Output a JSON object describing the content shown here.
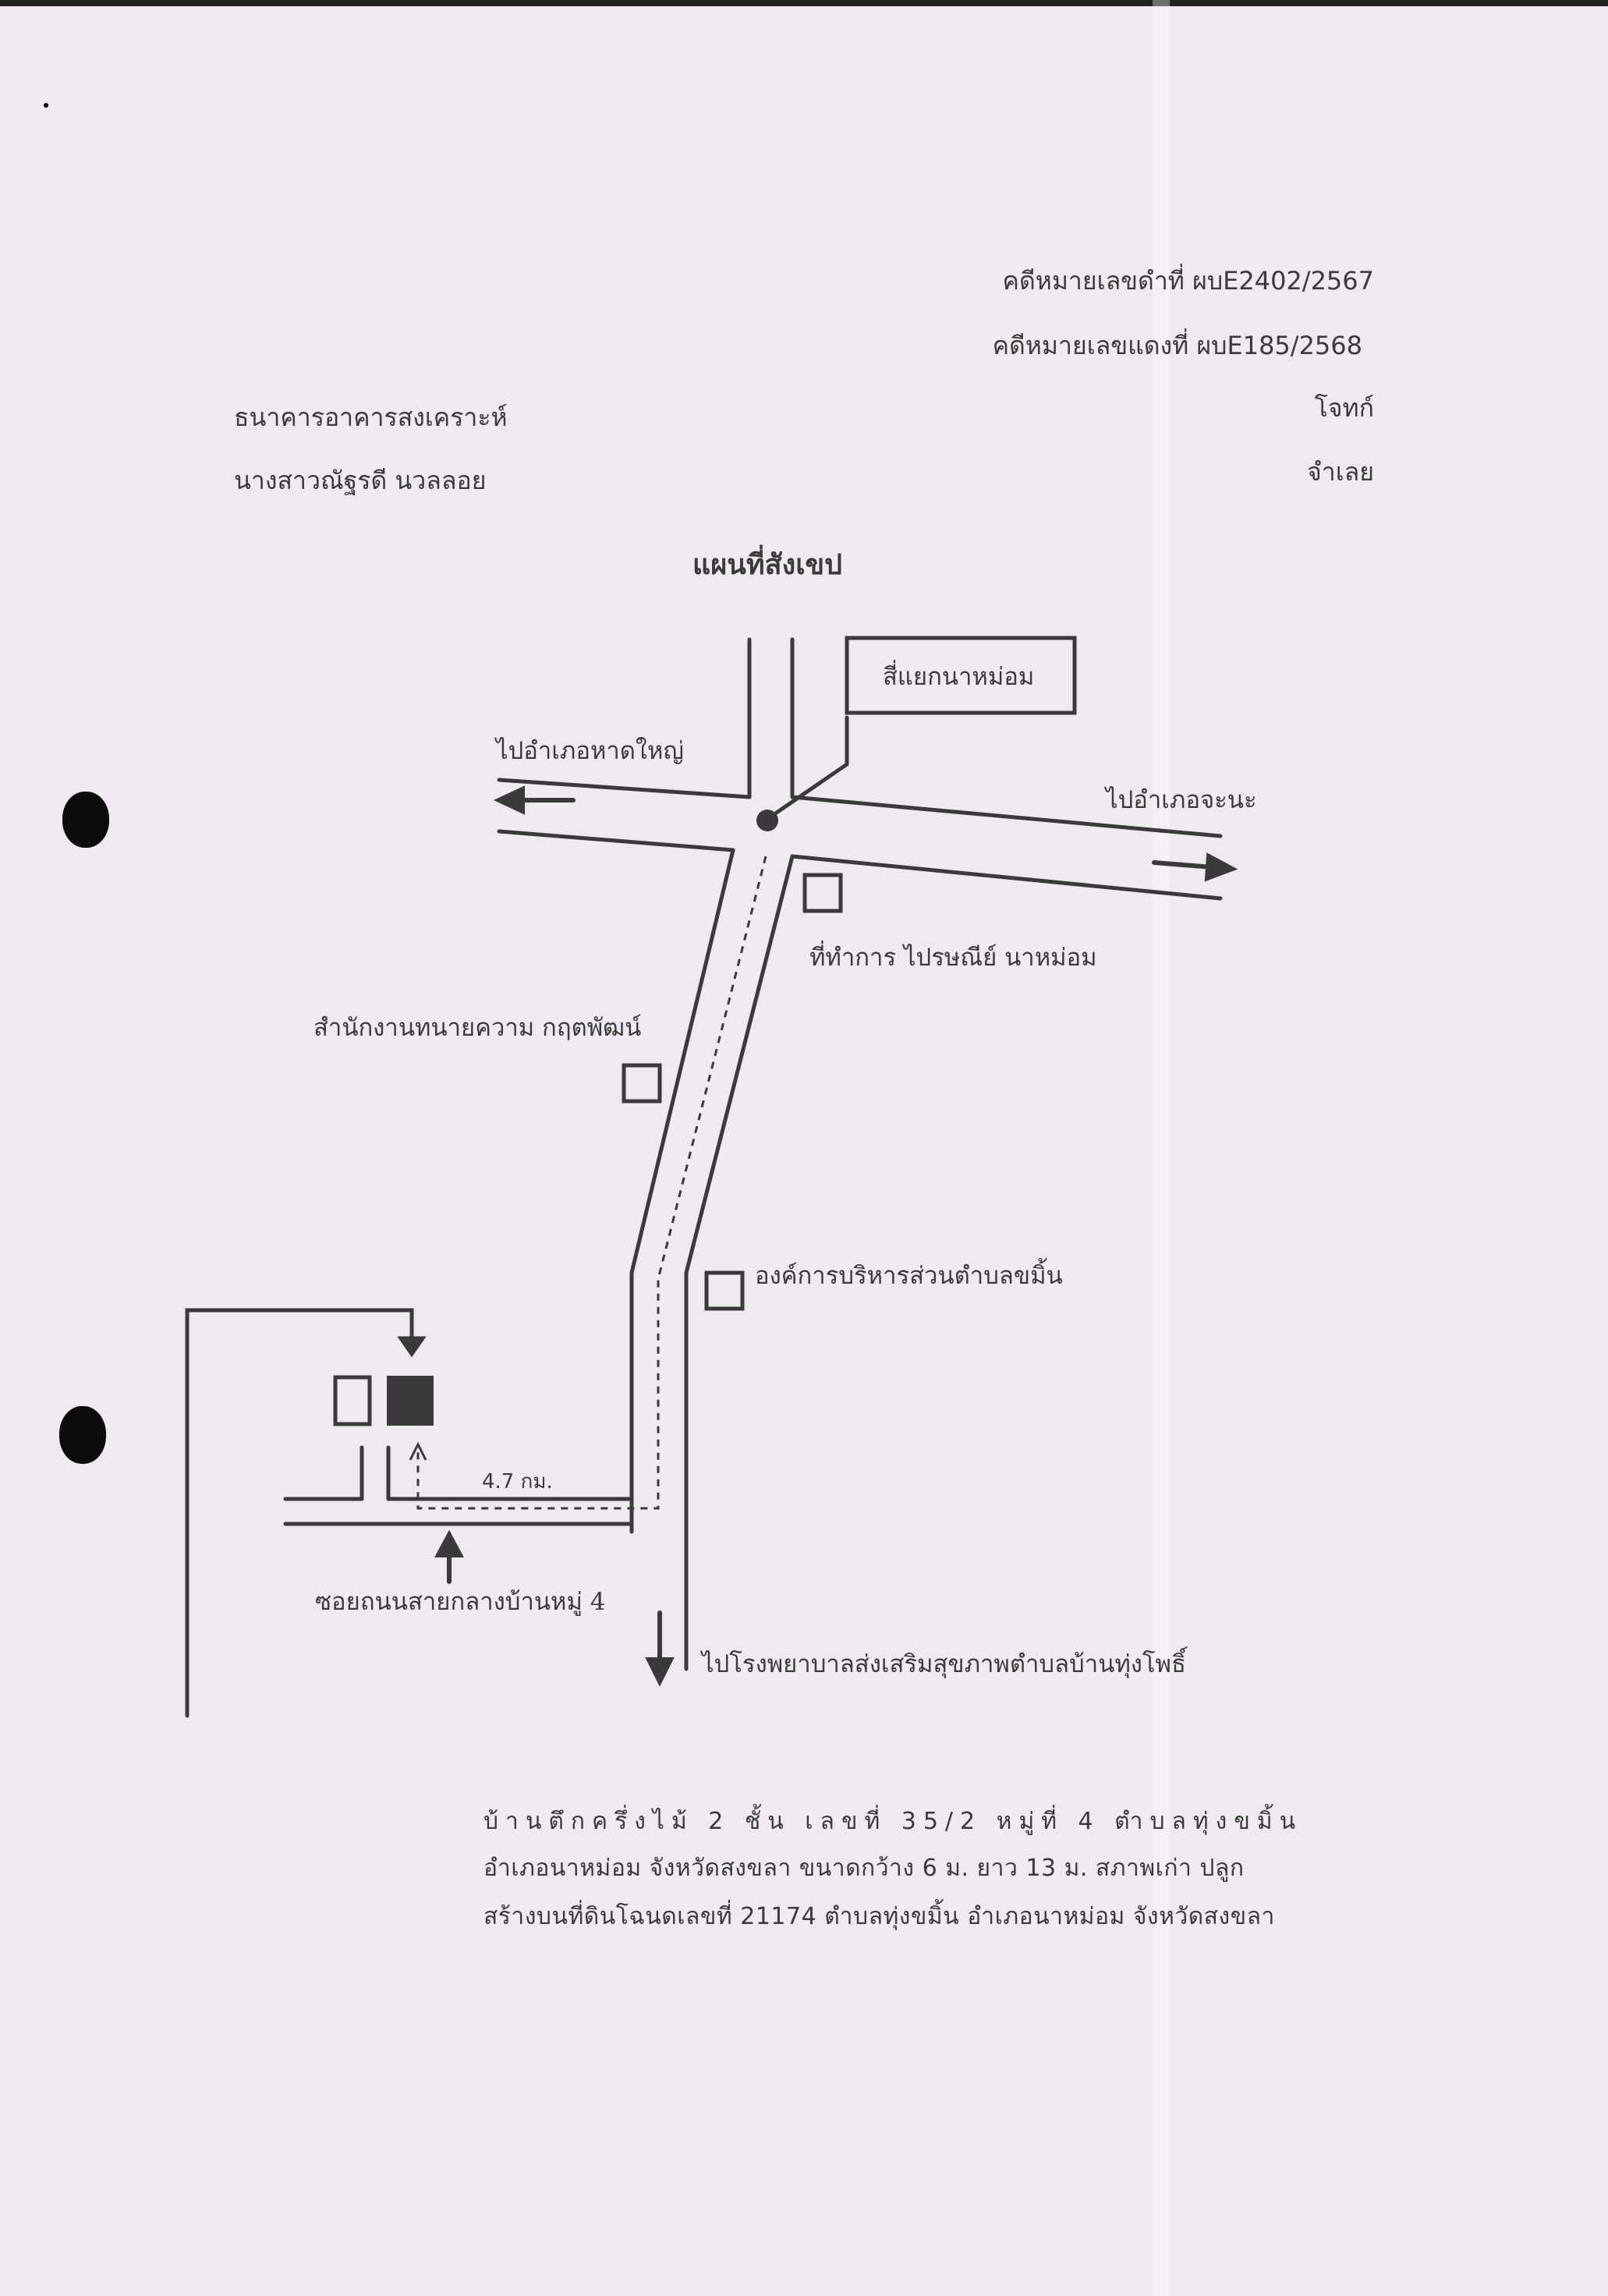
{
  "case": {
    "black_case_number": "คดีหมายเลขดำที่  ผบE2402/2567",
    "red_case_number": "คดีหมายเลขแดงที่  ผบE185/2568",
    "plaintiff_role": "โจทก์",
    "defendant_role": "จำเลย"
  },
  "parties": {
    "plaintiff": "ธนาคารอาคารสงเคราะห์",
    "defendant": "นางสาวณัฐรดี นวลลอย"
  },
  "map": {
    "title": "แผนที่สังเขป",
    "junction_label": "สี่แยกนาหม่อม",
    "to_west": "ไปอำเภอหาดใหญ่",
    "to_east": "ไปอำเภอจะนะ",
    "post_office": "ที่ทำการ ไปรษณีย์ นาหม่อม",
    "law_office": "สำนักงานทนายความ กฤตพัฒน์",
    "sao": "องค์การบริหารส่วนตำบลขมิ้น",
    "distance": "4.7 กม.",
    "soi": "ซอยถนนสายกลางบ้านหมู่ 4",
    "to_south": "ไปโรงพยาบาลส่งเสริมสุขภาพตำบลบ้านทุ่งโพธิ์"
  },
  "description": {
    "line1": "บ้านตึกครึ่งไม้ 2 ชั้น เลขที่ 35/2 หมู่ที่ 4 ตำบลทุ่งขมิ้น",
    "line2": "อำเภอนาหม่อม จังหวัดสงขลา ขนาดกว้าง 6 ม. ยาว 13 ม.  สภาพเก่า  ปลูก",
    "line3": "สร้างบนที่ดินโฉนดเลขที่ 21174  ตำบลทุ่งขมิ้น อำเภอนาหม่อม  จังหวัดสงขลา"
  },
  "colors": {
    "paper": "#efe9f0",
    "ink": "#3a3a3a",
    "target_building": "#3a3a3a"
  }
}
